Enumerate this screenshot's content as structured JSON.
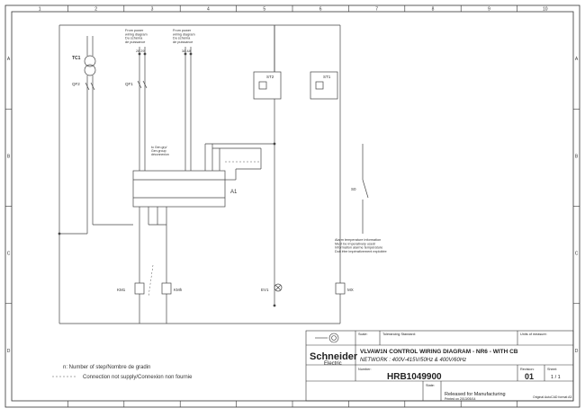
{
  "sheet": {
    "columns": [
      "1",
      "2",
      "3",
      "4",
      "5",
      "6",
      "7",
      "8",
      "9",
      "10"
    ],
    "rows": [
      "A",
      "B",
      "C",
      "D"
    ]
  },
  "diagram": {
    "power_label_1": [
      "From power",
      "wiring diagram",
      "Du schéma",
      "de puissance"
    ],
    "power_label_2": [
      "From power",
      "wiring diagram",
      "Du schéma",
      "de puissance"
    ],
    "power_terms_1": "28 29",
    "power_terms_2": "3A 4A",
    "transformer": "TC1",
    "breaker_1": "QF2",
    "breaker_2": "QF1",
    "controller": "A1",
    "thermostat_1": "ST2",
    "thermostat_2": "ST1",
    "switch": "S0",
    "note_nongroup": [
      "to Gen.grp/",
      "Gen.group",
      "déconnexion"
    ],
    "alarm_note": [
      "Alarm temperature information",
      "Must be imperatively used/",
      "Information alarme température",
      "Doit être impérativement exploitée"
    ],
    "coils": [
      "KM1",
      "KMh",
      "EV1",
      "MX"
    ],
    "legend_n": "n: Number of step/Nombre de gradin",
    "legend_dash": "Connection not supply/Connexion non fournie"
  },
  "title_block": {
    "scale_label": "Scale:",
    "tolerancing_label": "Tolerancing Standard:",
    "units_label": "Units of measure:",
    "brand_1": "Schneider",
    "brand_2": "Electric",
    "title": "VLVAW1N CONTROL WIRING DIAGRAM - NR6 - WITH CB",
    "network": "NETWORK : 400V-415V/50Hz & 400V/60Hz",
    "number_label": "Number:",
    "number": "HRB1049900",
    "revision_label": "Revision:",
    "revision": "01",
    "sheet_label": "Sheet:",
    "sheet": "1 / 1",
    "state_label": "State:",
    "released": "Released for Manufacturing",
    "printed": "Printed on 2013/05/14",
    "footer_right": "Original AutoCAD format A3"
  }
}
